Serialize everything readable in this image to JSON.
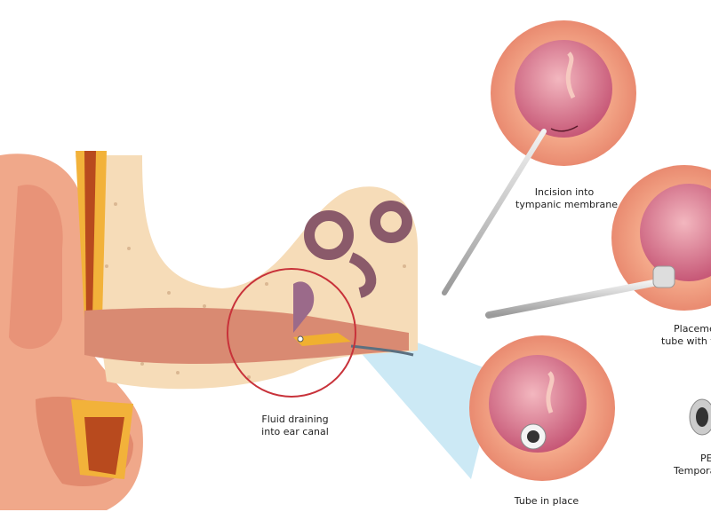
{
  "labels": {
    "fluid": [
      "Fluid draining",
      "into ear canal"
    ],
    "incision": [
      "Incision into",
      "tympanic membrane"
    ],
    "placement": [
      "Placemen",
      "tube with f"
    ],
    "tube_in_place": "Tube in place",
    "pe_tube": [
      "PE",
      "Tempora"
    ]
  },
  "colors": {
    "skin": "#f0a88a",
    "bone": "#f6dcb8",
    "canal": "#d98a72",
    "eardrum": "#d26c86",
    "highlight_circle": "#c8323a",
    "magnify_beam": "#bfe3f2"
  }
}
